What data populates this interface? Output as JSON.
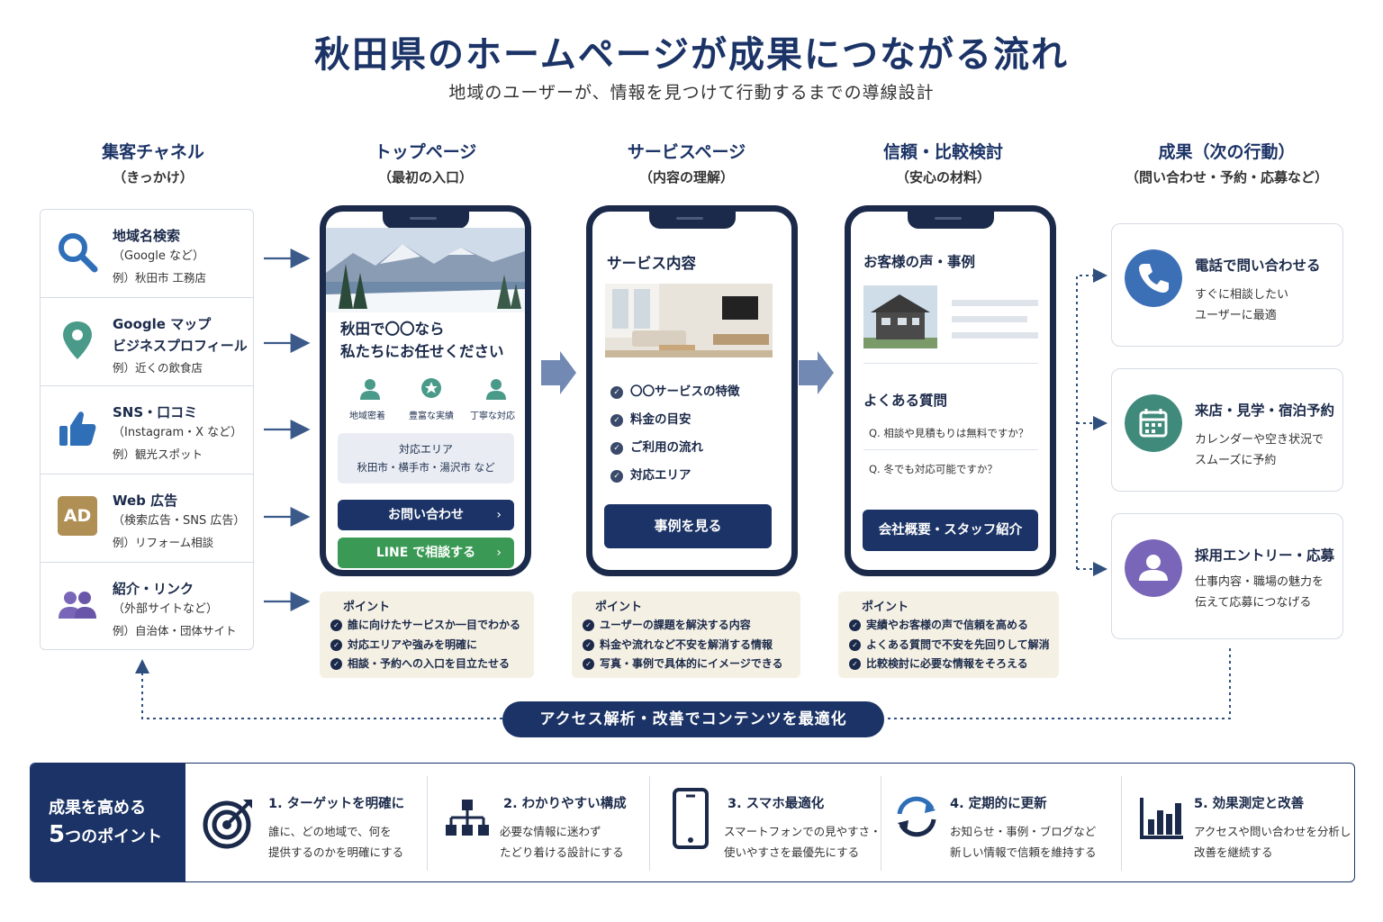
{
  "title": "秋田県のホームページが成果につながる流れ",
  "subtitle": "地域のユーザーが、情報を見つけて行動するまでの導線設計",
  "columns": [
    {
      "title": "集客チャネル",
      "sub": "（きっかけ）"
    },
    {
      "title": "トップページ",
      "sub": "（最初の入口）"
    },
    {
      "title": "サービスページ",
      "sub": "（内容の理解）"
    },
    {
      "title": "信頼・比較検討",
      "sub": "（安心の材料）"
    },
    {
      "title": "成果（次の行動）",
      "sub": "（問い合わせ・予約・応募など）"
    }
  ],
  "channels": [
    {
      "icon": "search-icon",
      "t1": "地域名検索",
      "t2": "（Google など）",
      "t3": "例）秋田市 工務店"
    },
    {
      "icon": "map-pin-icon",
      "t1": "Google マップ",
      "t1b": "ビジネスプロフィール",
      "t3": "例）近くの飲食店"
    },
    {
      "icon": "thumbs-up-icon",
      "t1": "SNS・口コミ",
      "t2": "（Instagram・X など）",
      "t3": "例）観光スポット"
    },
    {
      "icon": "ad-icon",
      "ad_label": "AD",
      "t1": "Web 広告",
      "t2": "（検索広告・SNS 広告）",
      "t3": "例）リフォーム相談"
    },
    {
      "icon": "people-icon",
      "t1": "紹介・リンク",
      "t2": "（外部サイトなど）",
      "t3": "例）自治体・団体サイト"
    }
  ],
  "top_page": {
    "headline1": "秋田で〇〇なら",
    "headline2": "私たちにお任せください",
    "features": [
      "地域密着",
      "豊富な実績",
      "丁寧な対応"
    ],
    "area_title": "対応エリア",
    "area_body": "秋田市・横手市・湯沢市 など",
    "btn_contact": "お問い合わせ",
    "btn_line": "LINE で相談する",
    "chevron": "›"
  },
  "service_page": {
    "heading": "サービス内容",
    "items": [
      "〇〇サービスの特徴",
      "料金の目安",
      "ご利用の流れ",
      "対応エリア"
    ],
    "btn": "事例を見る"
  },
  "trust_page": {
    "heading": "お客様の声・事例",
    "faq_heading": "よくある質問",
    "faq": [
      "Q. 相談や見積もりは無料ですか？",
      "Q. 冬でも対応可能ですか？"
    ],
    "btn": "会社概要・スタッフ紹介"
  },
  "points": [
    {
      "title": "ポイント",
      "items": [
        "誰に向けたサービスか一目でわかる",
        "対応エリアや強みを明確に",
        "相談・予約への入口を目立たせる"
      ]
    },
    {
      "title": "ポイント",
      "items": [
        "ユーザーの課題を解決する内容",
        "料金や流れなど不安を解消する情報",
        "写真・事例で具体的にイメージできる"
      ]
    },
    {
      "title": "ポイント",
      "items": [
        "実績やお客様の声で信頼を高める",
        "よくある質問で不安を先回りして解消",
        "比較検討に必要な情報をそろえる"
      ]
    }
  ],
  "results": [
    {
      "icon": "phone-icon",
      "color": "#3b6fb6",
      "t1": "電話で問い合わせる",
      "t2": "すぐに相談したい",
      "t3": "ユーザーに最適"
    },
    {
      "icon": "calendar-icon",
      "color": "#3f8a7a",
      "t1": "来店・見学・宿泊予約",
      "t2": "カレンダーや空き状況で",
      "t3": "スムーズに予約"
    },
    {
      "icon": "person-icon",
      "color": "#7a66b8",
      "t1": "採用エントリー・応募",
      "t2": "仕事内容・職場の魅力を",
      "t3": "伝えて応募につなげる"
    }
  ],
  "loop_label": "アクセス解析・改善でコンテンツを最適化",
  "bottom": {
    "head1": "成果を高める",
    "head2_num": "5",
    "head2_rest": "つのポイント",
    "tips": [
      {
        "icon": "target-icon",
        "title": "1. ターゲットを明確に",
        "l1": "誰に、どの地域で、何を",
        "l2": "提供するのかを明確にする"
      },
      {
        "icon": "sitemap-icon",
        "title": "2. わかりやすい構成",
        "l1": "必要な情報に迷わず",
        "l2": "たどり着ける設計にする"
      },
      {
        "icon": "smartphone-icon",
        "title": "3. スマホ最適化",
        "l1": "スマートフォンでの見やすさ・",
        "l2": "使いやすさを最優先にする"
      },
      {
        "icon": "refresh-icon",
        "title": "4. 定期的に更新",
        "l1": "お知らせ・事例・ブログなど",
        "l2": "新しい情報で信頼を維持する"
      },
      {
        "icon": "bar-chart-icon",
        "title": "5. 効果測定と改善",
        "l1": "アクセスや問い合わせを分析し",
        "l2": "改善を継続する"
      }
    ]
  },
  "colors": {
    "navy": "#1b3366",
    "green": "#3a9a55",
    "beige": "#f5f0e4"
  }
}
